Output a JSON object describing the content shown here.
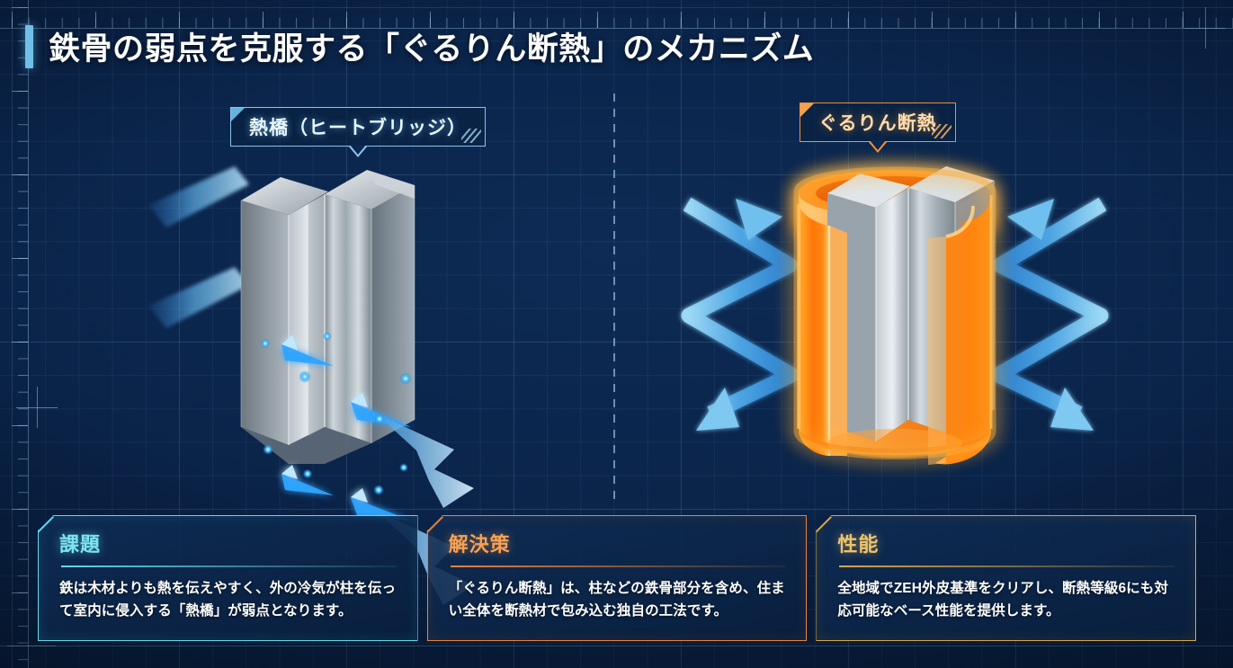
{
  "headline": {
    "title": "鉄骨の弱点を克服する「ぐるりん断熱」のメカニズム",
    "accent_color": "#6fc0e8"
  },
  "diagram": {
    "left": {
      "tag_label": "熱橋（ヒートブリッジ）",
      "tag_color": "#8cc4e6",
      "subject": "steel-h-beam-uninsulated",
      "arrow_color": "#8fd4f5",
      "arrow_count": 2,
      "meaning": "cold transfers straight through the steel column"
    },
    "right": {
      "tag_label": "ぐるりん断熱",
      "tag_color": "#f0913b",
      "subject": "steel-h-beam-wrapped-in-insulation",
      "insulation_color": "#ff7a18",
      "arrow_color": "#6ec4f0",
      "arrow_count": 4,
      "meaning": "heat is blocked and deflected by the surrounding insulation"
    }
  },
  "cards": [
    {
      "id": "card-0",
      "heading": "課題",
      "body": "鉄は木材よりも熱を伝えやすく、外の冷気が柱を伝って室内に侵入する「熱橋」が弱点となります。",
      "accent": "#63d8e6"
    },
    {
      "id": "card-1",
      "heading": "解決策",
      "body": "「ぐるりん断熱」は、柱などの鉄骨部分を含め、住まい全体を断熱材で包み込む独自の工法です。",
      "accent": "#e8823a"
    },
    {
      "id": "card-2",
      "heading": "性能",
      "body": "全地域でZEH外皮基準をクリアし、断熱等級6にも対応可能なベース性能を提供します。",
      "accent": "#d8a74a"
    }
  ],
  "theme": {
    "background": "#0a2348",
    "grid_line": "rgba(140,190,235,0.075)"
  }
}
